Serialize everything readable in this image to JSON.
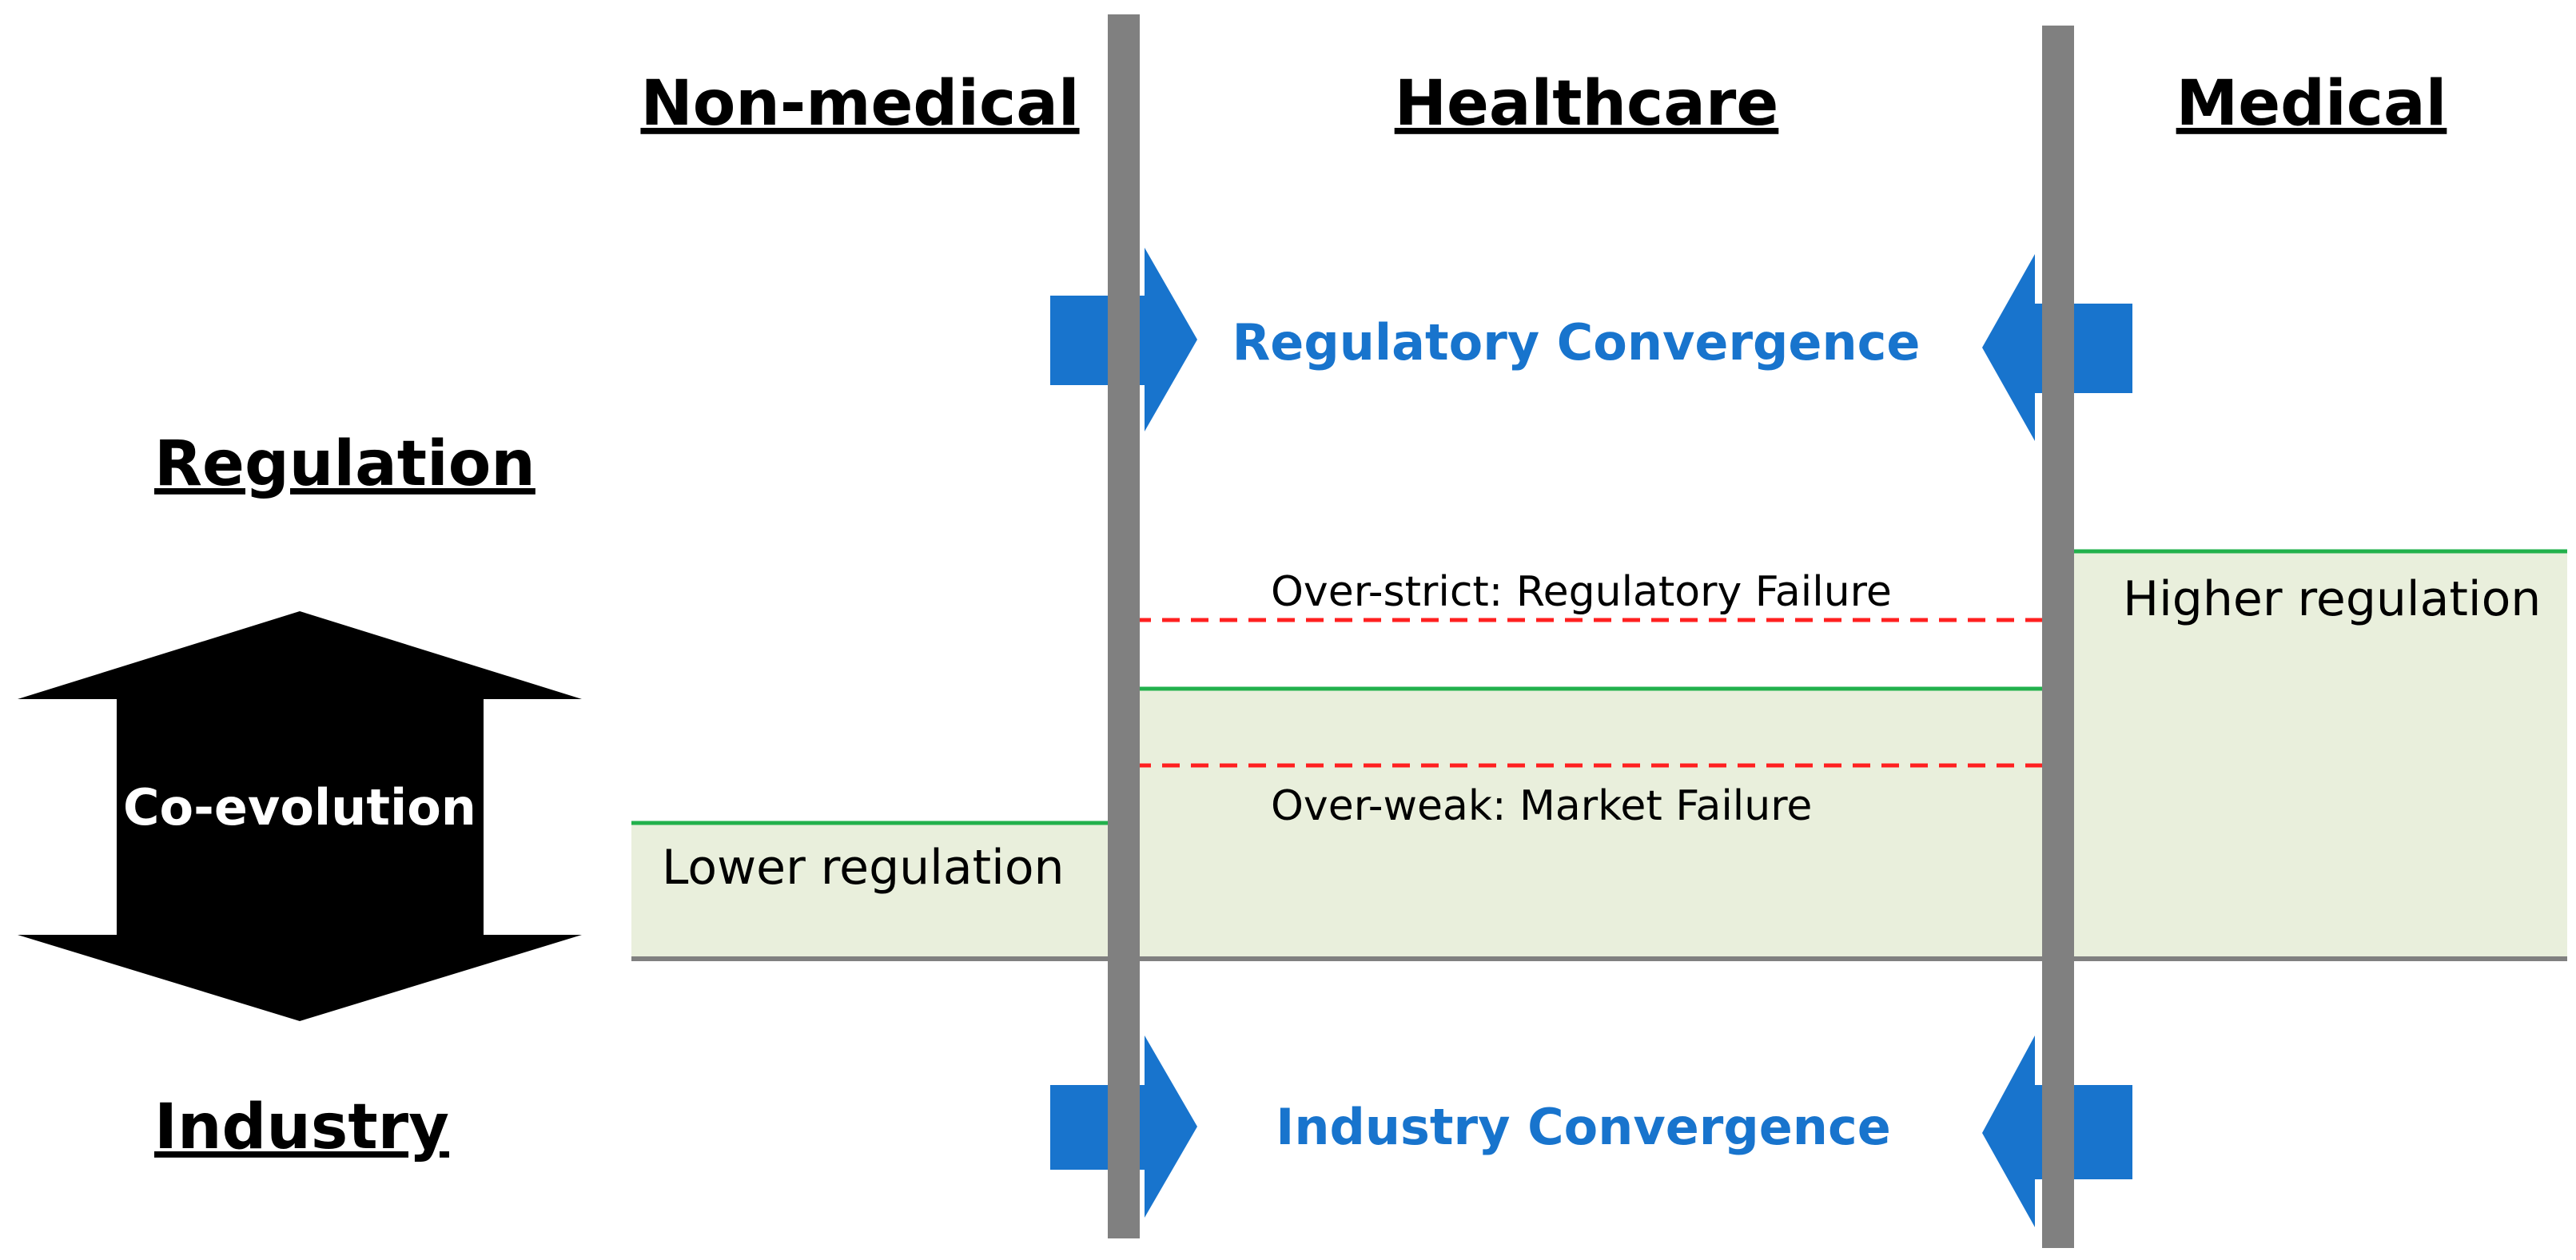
{
  "columns": {
    "non_medical": "Non-medical",
    "healthcare": "Healthcare",
    "medical": "Medical"
  },
  "rows": {
    "regulation": "Regulation",
    "industry": "Industry"
  },
  "center_arrow_label": "Co-evolution",
  "convergence": {
    "regulatory": "Regulatory Convergence",
    "industry": "Industry Convergence"
  },
  "thresholds": {
    "over_strict": "Over-strict: Regulatory Failure",
    "over_weak": "Over-weak: Market Failure"
  },
  "zones": {
    "lower": "Lower regulation",
    "higher": "Higher regulation"
  },
  "colors": {
    "divider": "#808080",
    "convergence_blue": "#1874cd",
    "zone_fill": "#e9efdc",
    "zone_edge": "#22b14c",
    "failure_line": "#ff2020",
    "baseline": "#808080",
    "coevolution_arrow": "#000000"
  }
}
